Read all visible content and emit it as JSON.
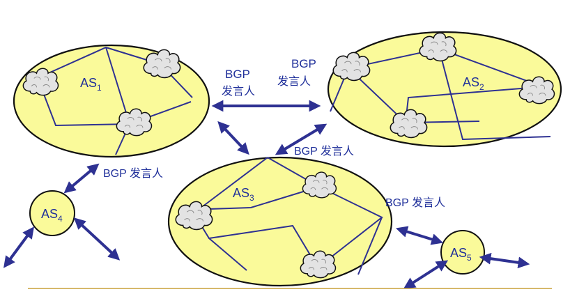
{
  "autonomous_systems": [
    {
      "name": "AS",
      "sub": "1"
    },
    {
      "name": "AS",
      "sub": "2"
    },
    {
      "name": "AS",
      "sub": "3"
    },
    {
      "name": "AS",
      "sub": "4"
    },
    {
      "name": "AS",
      "sub": "5"
    }
  ],
  "labels": {
    "speaker_top_left_line1": "BGP",
    "speaker_top_left_line2": "发言人",
    "speaker_top_right_line1": "BGP",
    "speaker_top_right_line2": "发言人",
    "speaker_mid_right": "BGP 发言人",
    "speaker_left": "BGP 发言人",
    "speaker_as3_right": "BGP 发言人"
  },
  "colors": {
    "as_fill": "#fafa9a",
    "as_stroke": "#111111",
    "link": "#2e3192",
    "arrow": "#2e3192",
    "cloud_fill": "#e3e3e3",
    "footer_line": "#c9a23a"
  },
  "icons": {
    "router": "cloud-icon",
    "arrow": "double-arrow-icon"
  }
}
